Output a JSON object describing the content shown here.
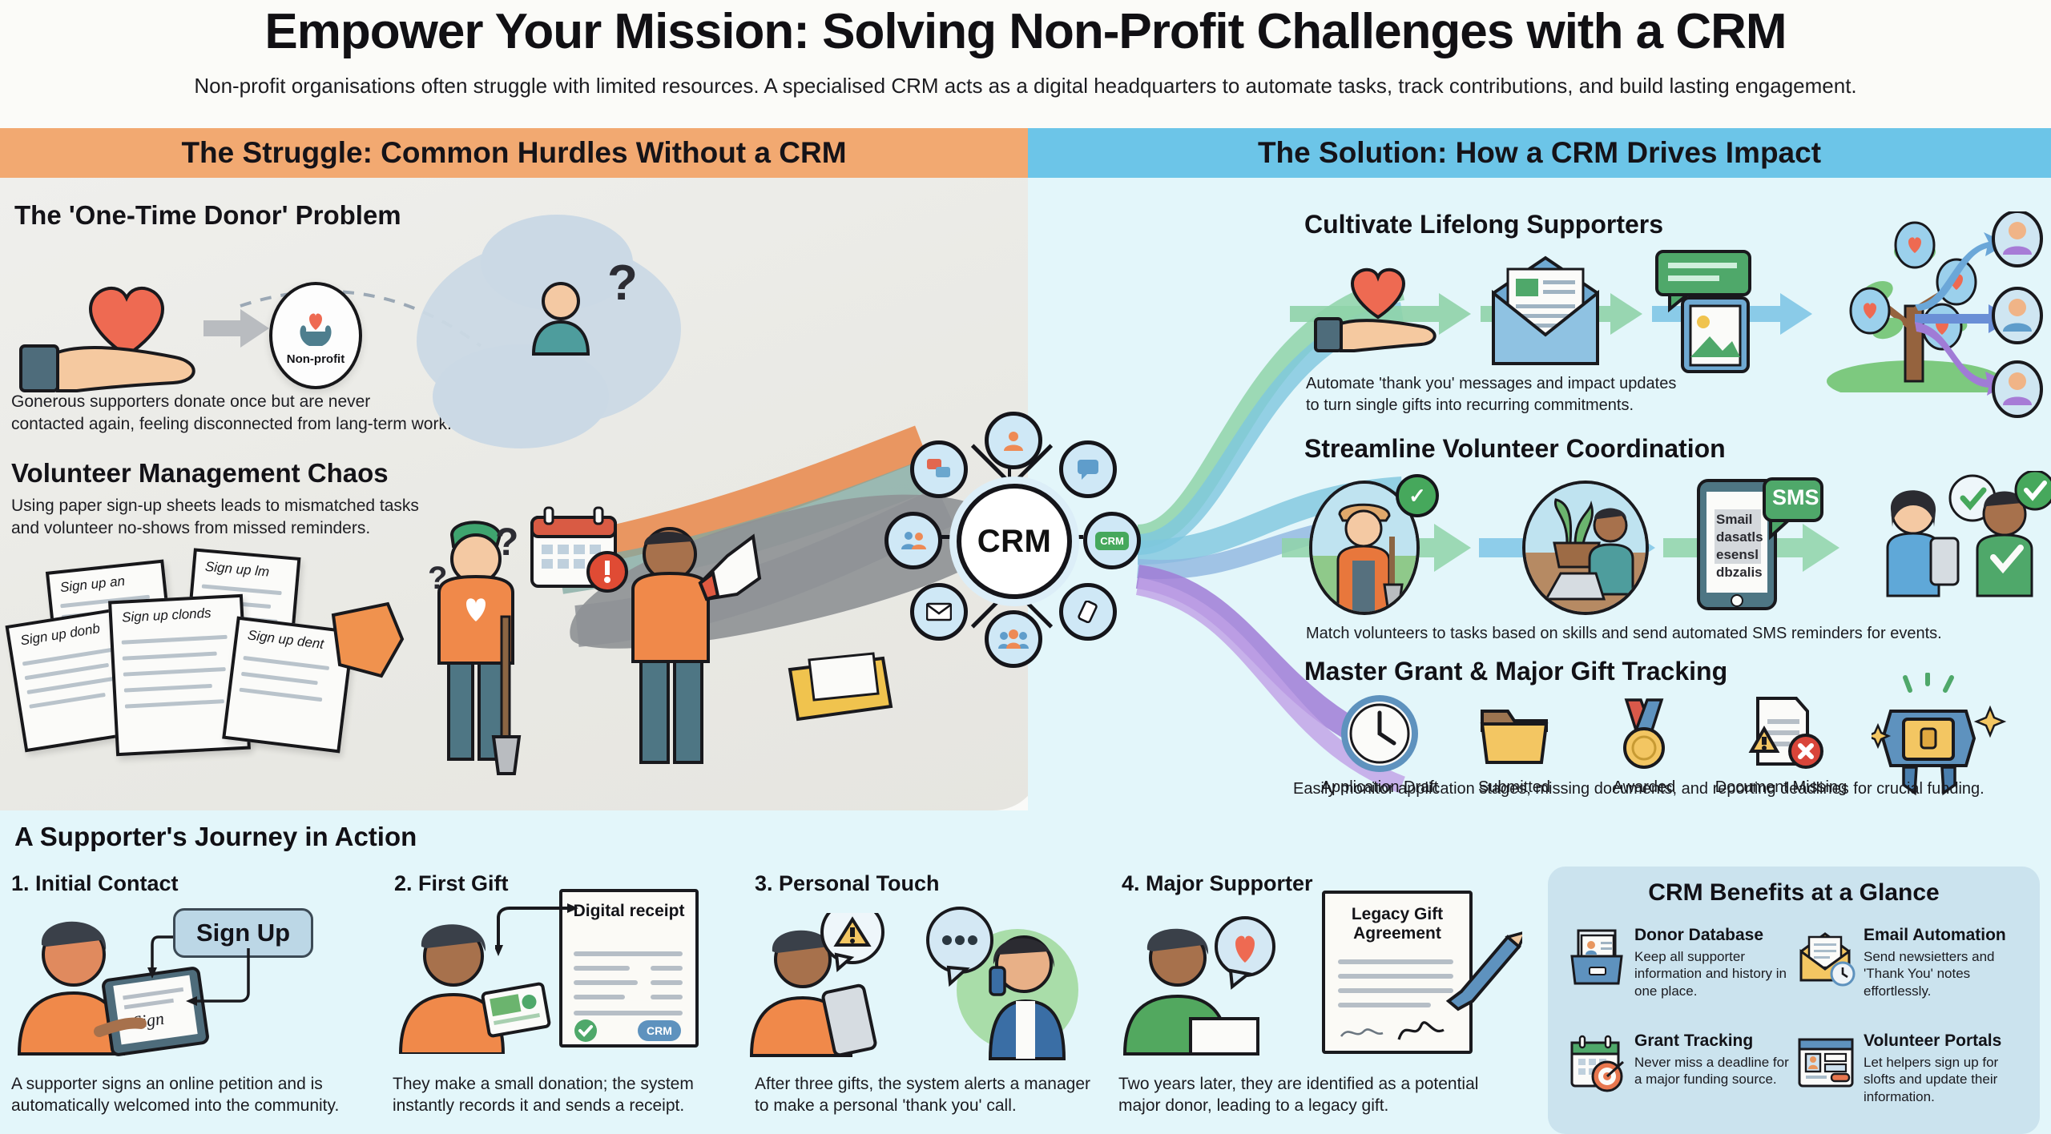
{
  "header": {
    "title": "Empower Your Mission: Solving Non-Profit Challenges with a CRM",
    "subtitle": "Non-profit organisations often struggle with limited resources. A specialised CRM acts as a digital headquarters to automate tasks, track contributions, and build lasting engagement."
  },
  "bands": {
    "left_title": "The Struggle: Common Hurdles Without a CRM",
    "right_title": "The Solution: How a CRM Drives Impact",
    "left_color": "#F2A971",
    "right_color": "#6CC5E8"
  },
  "struggle": {
    "blocks": [
      {
        "heading": "The 'One-Time Donor' Problem",
        "body": "Generous supporters donate once but are never contacted again, feeling disconnected from lang-term work.",
        "body_line1": "Gonerous supporters donate once but are never",
        "body_line2": "contacted again, feeling disconnected from lang-term work."
      },
      {
        "heading": "Volunteer Management Chaos",
        "body_line1": "Using paper sign-up sheets leads to mismatched tasks",
        "body_line2": "and volunteer no-shows from missed reminders."
      }
    ],
    "nonprofit_badge_label": "Non-profit",
    "sheet_labels": [
      "Sign up an",
      "Sign up lm",
      "Sign up donb",
      "Sign up clonds",
      "Sign up dent"
    ],
    "question_mark": "?"
  },
  "hub": {
    "core_label": "CRM",
    "nodes": [
      {
        "name": "user-node",
        "glyph": "\u0001"
      },
      {
        "name": "chat-bubbles-node",
        "glyph": ""
      },
      {
        "name": "speech-bubble-node",
        "glyph": ""
      },
      {
        "name": "crm-chat-node",
        "glyph": "CRM"
      },
      {
        "name": "two-users-node",
        "glyph": ""
      },
      {
        "name": "envelope-node",
        "glyph": ""
      },
      {
        "name": "group-node",
        "glyph": ""
      },
      {
        "name": "phone-node",
        "glyph": ""
      }
    ],
    "chat_node_label": "CRM"
  },
  "solution": {
    "blocks": [
      {
        "heading": "Cultivate Lifelong Supporters",
        "body_line1": "Automate 'thank you' messages and impact updates",
        "body_line2": "to turn single gifts into recurring commitments."
      },
      {
        "heading": "Streamline Volunteer Coordination",
        "body_line1": "Match volunteers to tasks based on skills and send automated SMS reminders for events.",
        "sms_badge": "SMS",
        "phone_text_lines": [
          "Smail",
          "dasatls",
          "esensl",
          "dbzalis"
        ]
      },
      {
        "heading": "Master Grant & Major Gift Tracking",
        "body_line1": "Easily monitor application stages, missing documents, and reporting deadlines for crucial funding.",
        "stages": [
          {
            "label": "Application Draft",
            "icon": "clock-icon"
          },
          {
            "label": "Submitted",
            "icon": "folder-icon"
          },
          {
            "label": "Awarded",
            "icon": "medal-icon"
          },
          {
            "label": "Document Missing",
            "icon": "document-warning-icon"
          }
        ],
        "award_icon": "briefcase-ribbon-icon"
      }
    ]
  },
  "journey": {
    "title": "A Supporter's Journey in Action",
    "steps": [
      {
        "heading": "1. Initial Contact",
        "body": "A supporter signs an online petition and is automatically welcomed into the community.",
        "chip": "Sign Up",
        "tablet_scribble": "Sign"
      },
      {
        "heading": "2. First Gift",
        "body": "They make a small donation; the system instantly records it and sends a receipt.",
        "doc_title": "Digital receipt",
        "doc_badge": "CRM"
      },
      {
        "heading": "3. Personal Touch",
        "body": "After three gifts, the system alerts a manager to make a personal 'thank you' call.",
        "alert_glyph": "!",
        "typing_glyph": "•••"
      },
      {
        "heading": "4. Major Supporter",
        "body": "Two years later, they are identified as a potential major donor, leading to a legacy gift.",
        "doc_title": "Legacy Gift Agreement"
      }
    ]
  },
  "benefits": {
    "title": "CRM Benefits at a Glance",
    "items": [
      {
        "heading": "Donor Database",
        "body": "Keep all supporter information and history in one place.",
        "icon": "file-box-icon"
      },
      {
        "heading": "Email Automation",
        "body": "Send newsietters and 'Thank You' notes effortlessly.",
        "icon": "envelope-clock-icon"
      },
      {
        "heading": "Grant Tracking",
        "body": "Never miss a deadline for a major funding source.",
        "icon": "calendar-target-icon"
      },
      {
        "heading": "Volunteer Portals",
        "body": "Let helpers sign up for slofts and update their information.",
        "icon": "portal-window-icon"
      }
    ]
  },
  "colors": {
    "orange": "#F2A971",
    "blue": "#6CC5E8",
    "panel_gray": "#EAEAE6",
    "panel_blue": "#E3F6FA",
    "benefits_card": "#CBE3EE",
    "heart_red": "#EE6A52",
    "green_check": "#46A85C",
    "purple_flow": "#A07CD6"
  }
}
